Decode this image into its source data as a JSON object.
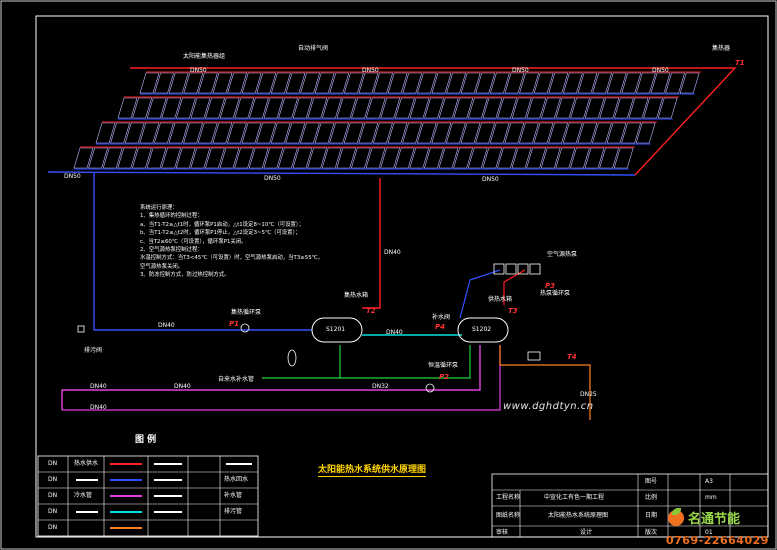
{
  "collector_label": "太阳能集热器组",
  "exhaust_label": "自动排气阀",
  "top_right_label": "集热器",
  "t1_tag": "T1",
  "t2_tag": "T2",
  "t3_tag": "T3",
  "t4_tag": "T4",
  "p1_tag": "P1",
  "p2_tag": "P2",
  "p3_tag": "P3",
  "p4_tag": "P4",
  "tank1": "S1201",
  "tank2": "S1202",
  "notes": [
    "系统运行原理：",
    "1、集热循环的控制过程：",
    "a、当T1-T2≥△t1时，循环泵P1启动，△t1设定8~10℃（可设置）；",
    "b、当T1-T2≤△t2时，循环泵P1停止，△t2设定3~5℃（可设置）；",
    "c、当T2≥60℃（可设置），循环泵P1关闭。",
    "2、空气源热泵控制过程：",
    "水温控制方式：当T3<45℃（可设置）时，空气源热泵启动，当T3≥55℃，",
    "空气源热泵关闭。",
    "3、防冻控制方式，防过热控制方式。"
  ],
  "pipe_labels": [
    "DN50",
    "DN50",
    "DN50",
    "DN50",
    "DN50",
    "DN50",
    "DN50",
    "DN40",
    "DN40",
    "DN40",
    "DN40",
    "DN40",
    "DN32",
    "DN40",
    "DN25"
  ],
  "first_pump_label": "集热循环泵",
  "heat_tank_label": "集热水箱",
  "supply_tank_label": "供热水箱",
  "heatpump_label": "空气源热泵",
  "heatpump_pump_label": "热泵循环泵",
  "makeup_label": "补水阀",
  "cold_water_label": "自来水补水管",
  "constant_pump_label": "恒温循环泵",
  "fill_label": "排污阀",
  "legend_title": "图 例",
  "legend_rows": [
    "DN",
    "DN",
    "DN",
    "DN",
    "DN"
  ],
  "legend_names": [
    "热水供水",
    "热水回水",
    "冷水管",
    "补水管",
    "排污管"
  ],
  "website": "www.dghdtyn.cn",
  "diagram_title": "太阳能热水系统供水原理图",
  "title_block": {
    "project_label": "工程名称",
    "project_value": "中宣化工有色一期工程",
    "drawing_label": "图纸名称",
    "drawing_value": "太阳能热水系统原理图",
    "check_label": "审核",
    "design_label": "设计",
    "scale_label": "图号",
    "scale_value": "A3",
    "unit_label": "比例",
    "unit_value": "mm",
    "date_label": "日期",
    "date_value": "—",
    "sheet_label": "版次",
    "sheet_value": "01"
  },
  "logo_text": "名通节能",
  "phone": "0769-22664029",
  "colors": {
    "hot": "#ff2020",
    "cold": "#2040ff",
    "frame": "#ffffff",
    "cyan": "#00e0e0",
    "magenta": "#e040e0",
    "orange": "#ff8020",
    "green": "#20d040",
    "yellow": "#ffd400"
  }
}
